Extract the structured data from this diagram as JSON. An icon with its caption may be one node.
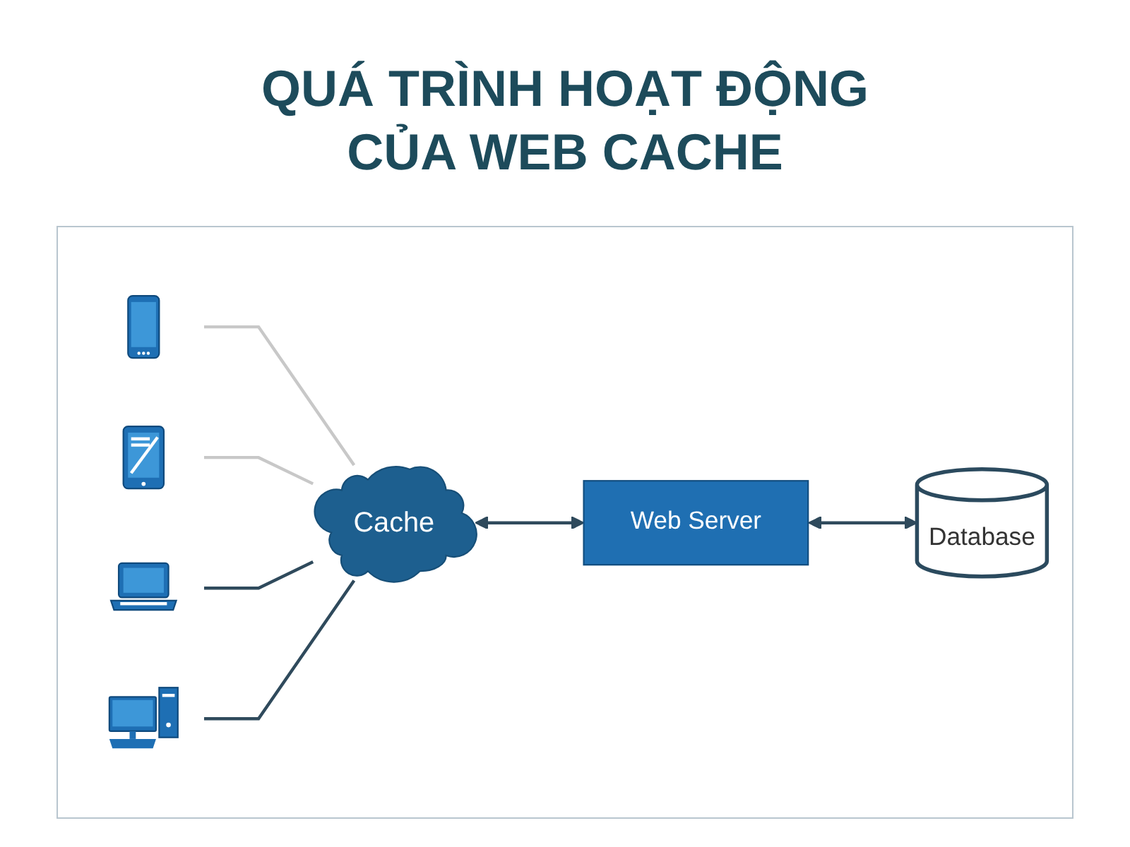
{
  "diagram": {
    "title": "QUÁ TRÌNH HOẠT ĐỘNG CỦA WEB CACHE",
    "nodes": [
      {
        "text": [],
        "shape": "picture"
      },
      {
        "text": [],
        "shape": "picture"
      },
      {
        "text": [],
        "shape": "picture"
      },
      {
        "text": [
          "Cache"
        ]
      },
      {
        "text": [
          "Web Server"
        ]
      },
      {
        "text": [
          "Database"
        ]
      },
      {
        "text": [],
        "shape": "picture"
      }
    ],
    "edges": [
      {
        "from": 0,
        "to": 3,
        "arrow": "none",
        "color": "#c8c8c8"
      },
      {
        "from": 1,
        "to": 3,
        "arrow": "none",
        "color": "#c8c8c8"
      },
      {
        "from": 2,
        "to": 3,
        "arrow": "none"
      },
      {
        "from": 6,
        "to": 3,
        "arrow": "none"
      },
      {
        "from": 3,
        "to": 4,
        "arrow": "both"
      },
      {
        "from": 4,
        "to": 5,
        "arrow": "both"
      }
    ]
  }
}
